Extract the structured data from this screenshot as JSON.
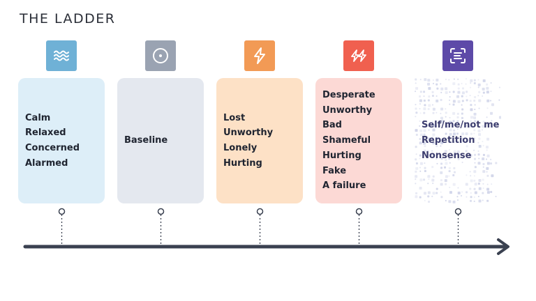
{
  "title": "THE LADDER",
  "stages": [
    {
      "id": "calm",
      "icon": "waves-icon",
      "icon_color": "#6fb1d6",
      "card_color": "#ddeef8",
      "items": [
        "Calm",
        "Relaxed",
        "Concerned",
        "Alarmed"
      ]
    },
    {
      "id": "baseline",
      "icon": "target-dot-icon",
      "icon_color": "#9aa3b2",
      "card_color": "#e4e8ef",
      "items": [
        "Baseline"
      ]
    },
    {
      "id": "lost",
      "icon": "lightning-icon",
      "icon_color": "#f29a55",
      "card_color": "#fde1c6",
      "items": [
        "Lost",
        "Unworthy",
        "Lonely",
        "Hurting"
      ]
    },
    {
      "id": "desperate",
      "icon": "double-lightning-icon",
      "icon_color": "#f0604f",
      "card_color": "#fcd9d5",
      "items": [
        "Desperate",
        "Unworthy",
        "Bad",
        "Shameful",
        "Hurting",
        "Fake",
        "A failure"
      ]
    },
    {
      "id": "dissociation",
      "icon": "scan-text-icon",
      "icon_color": "#5d4aa8",
      "card_color": "#d2d6ea",
      "items": [
        "Self/me/not me",
        "Repetition",
        "Nonsense"
      ]
    }
  ],
  "colors": {
    "axis": "#3a4150",
    "connector": "#3a4150"
  }
}
